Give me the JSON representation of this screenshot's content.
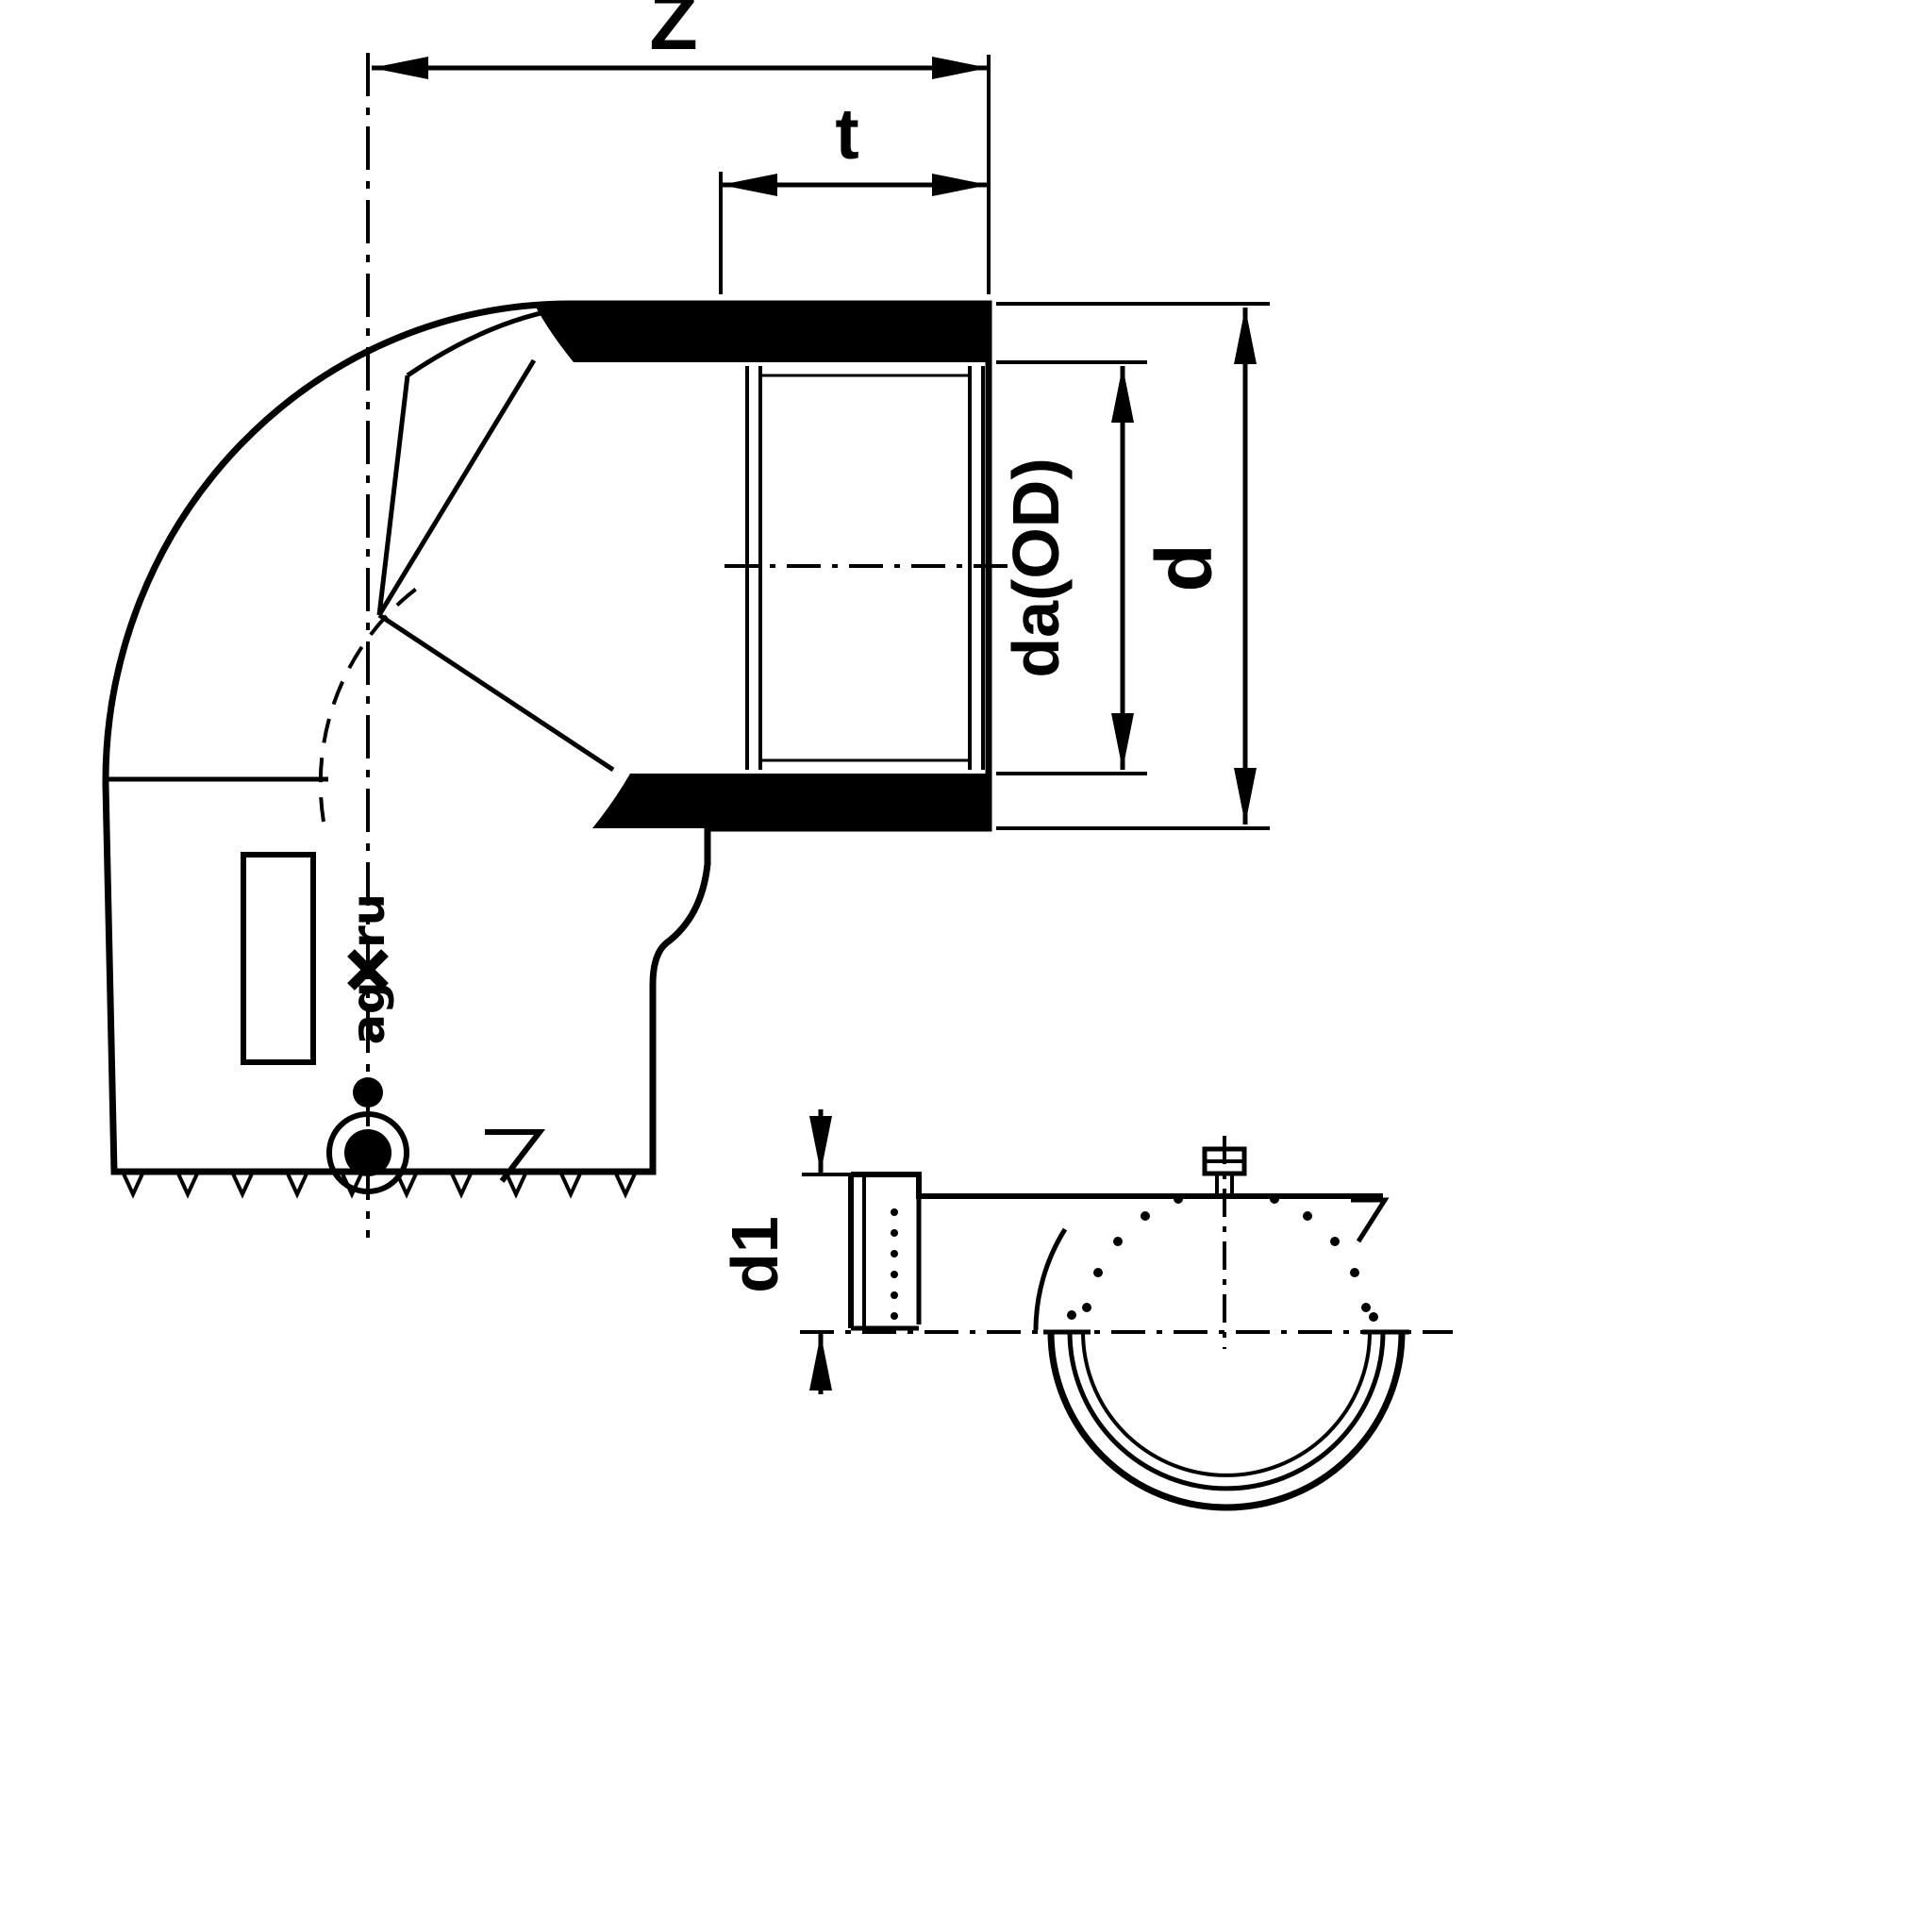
{
  "drawing": {
    "colors": {
      "line": "#000000",
      "background": "#ffffff"
    },
    "labels": {
      "z": "Z",
      "t": "t",
      "da_od": "da(OD)",
      "d": "d",
      "d1": "d1"
    },
    "brand": {
      "full": "agru",
      "part1": "ag",
      "part2": "ru"
    }
  }
}
